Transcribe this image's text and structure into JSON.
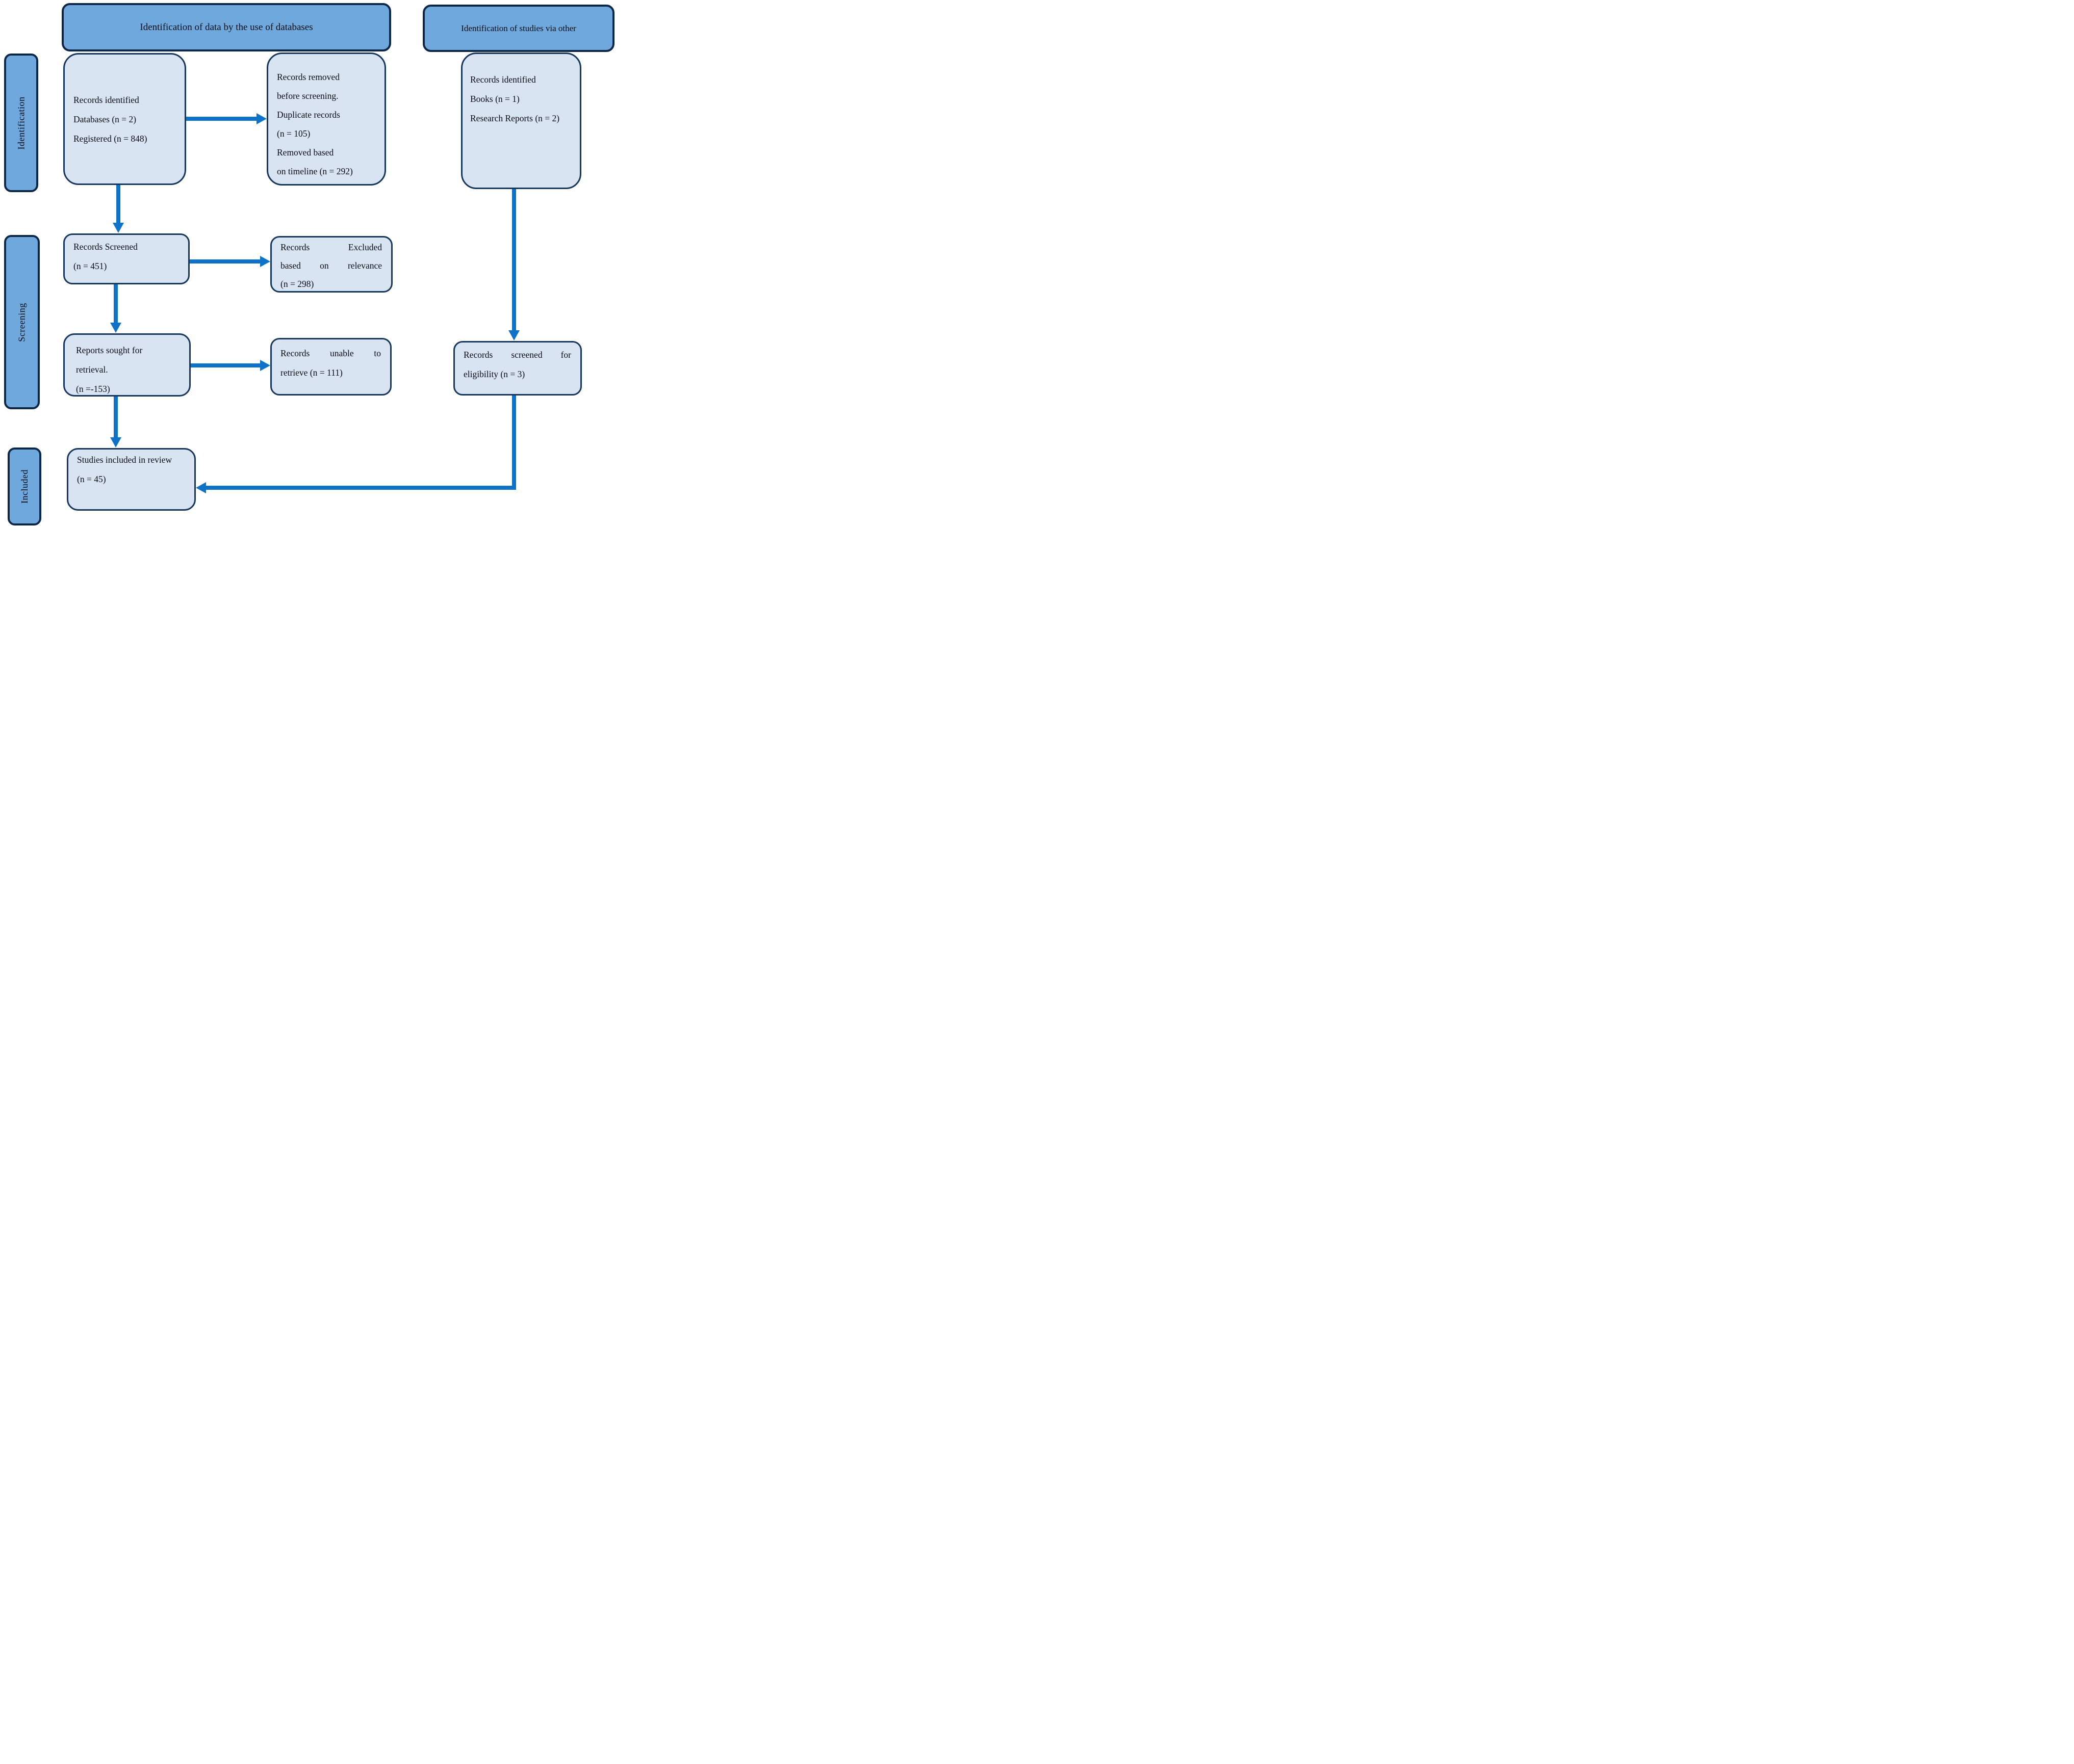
{
  "figure": {
    "kind": "PRISMA flow diagram"
  },
  "headers": {
    "databases": "Identification of data by the use of databases",
    "other": "Identification of studies via other"
  },
  "sidebar": {
    "identification": "Identification",
    "screening": "Screening",
    "included": "Included"
  },
  "boxes": {
    "records_identified": {
      "lines": [
        "Records identified",
        "Databases (n = 2)",
        "Registered (n = 848)"
      ]
    },
    "records_removed": {
      "lines": [
        "Records removed",
        "before screening.",
        "Duplicate records",
        "(n = 105)",
        "Removed based",
        "on timeline (n = 292)"
      ]
    },
    "records_identified_other": {
      "lines": [
        "Records identified",
        "Books (n = 1)",
        "Research Reports (n = 2)"
      ]
    },
    "records_screened": {
      "lines": [
        "Records Screened",
        "(n = 451)"
      ]
    },
    "records_excluded": {
      "lines": [
        "Records Excluded",
        "based on relevance",
        "(n = 298)"
      ]
    },
    "reports_sought": {
      "lines": [
        "Reports sought for",
        "retrieval.",
        "(n =-153)"
      ]
    },
    "records_unable": {
      "lines": [
        "Records unable to",
        "retrieve (n = 111)"
      ]
    },
    "records_screened_eligibility": {
      "lines": [
        "Records screened for",
        "eligibility (n = 3)"
      ]
    },
    "studies_included": {
      "lines": [
        "Studies included in review",
        "(n = 45)"
      ]
    }
  },
  "colors": {
    "header_fill": "#6fa8dc",
    "box_fill": "#d9e4f2",
    "border": "#16365c",
    "arrow": "#0f72c9",
    "text": "#0b0b14"
  }
}
